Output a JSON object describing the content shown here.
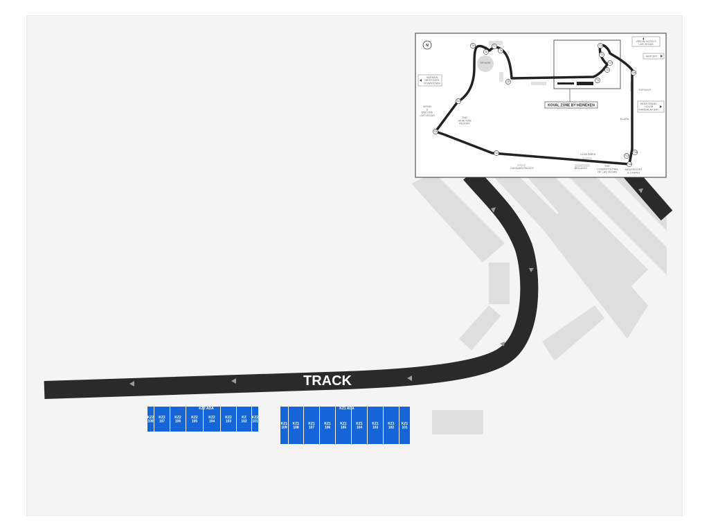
{
  "track": {
    "label": "TRACK"
  },
  "stands": {
    "left": {
      "ada_label": "KZ2 ADA",
      "sections": [
        {
          "label": "KZ2\n108"
        },
        {
          "label": "KZ2\n107"
        },
        {
          "label": "KZ2\n106"
        },
        {
          "label": "KZ2\n105"
        },
        {
          "label": "KZ2\n104"
        },
        {
          "label": "KZ2\n103"
        },
        {
          "label": "KZ\n102"
        },
        {
          "label": "KZ2\n101"
        }
      ]
    },
    "right": {
      "ada_label": "KZ1 ADA",
      "sections": [
        {
          "label": "KZ1\n109"
        },
        {
          "label": "KZ1\n108"
        },
        {
          "label": "KZ1\n107"
        },
        {
          "label": "KZ1\n106"
        },
        {
          "label": "KZ1\n105"
        },
        {
          "label": "KZ1\n104"
        },
        {
          "label": "KZ1\n103"
        },
        {
          "label": "KZ1\n102"
        },
        {
          "label": "KZ1\n101"
        }
      ]
    }
  },
  "inset": {
    "compass": "N",
    "zone_label": "KOVAL ZONE BY HEINEKEN",
    "landmarks": [
      {
        "text": "SPHERE"
      },
      {
        "text": "WYNN\n&\nENCORE\nLAS VEGAS"
      },
      {
        "text": "THE\nVENETIAN\nRESORT"
      },
      {
        "text": "CAESARS PALACE"
      },
      {
        "text": "BELLAGIO"
      },
      {
        "text": "CLUB PARIS"
      },
      {
        "text": "THE\nCOSMOPOLITAN\nOF LAS VEGAS"
      },
      {
        "text": "ARIA RESORT\n& CASINO"
      },
      {
        "text": "ELARA"
      },
      {
        "text": "TOPGOLF"
      }
    ],
    "signs": [
      {
        "text": "VIRGIN HOTELS\nLAS VEGAS"
      },
      {
        "text": "AIRPORT"
      },
      {
        "text": "MGM GRAND\nLUXOR\nMANDALAY BAY"
      },
      {
        "text": "HARMON\nWESTGATE\nDOWNTOWN"
      }
    ],
    "turns": [
      "T1",
      "T2",
      "T3",
      "T4",
      "T5",
      "T6",
      "T7",
      "T8",
      "T9",
      "T10",
      "T11",
      "T12",
      "T13",
      "T14",
      "T15",
      "T16",
      "T17"
    ]
  },
  "colors": {
    "seat": "#1565d8",
    "track": "#2a2a2a",
    "building": "#dedede",
    "panel": "#f4f4f4"
  }
}
